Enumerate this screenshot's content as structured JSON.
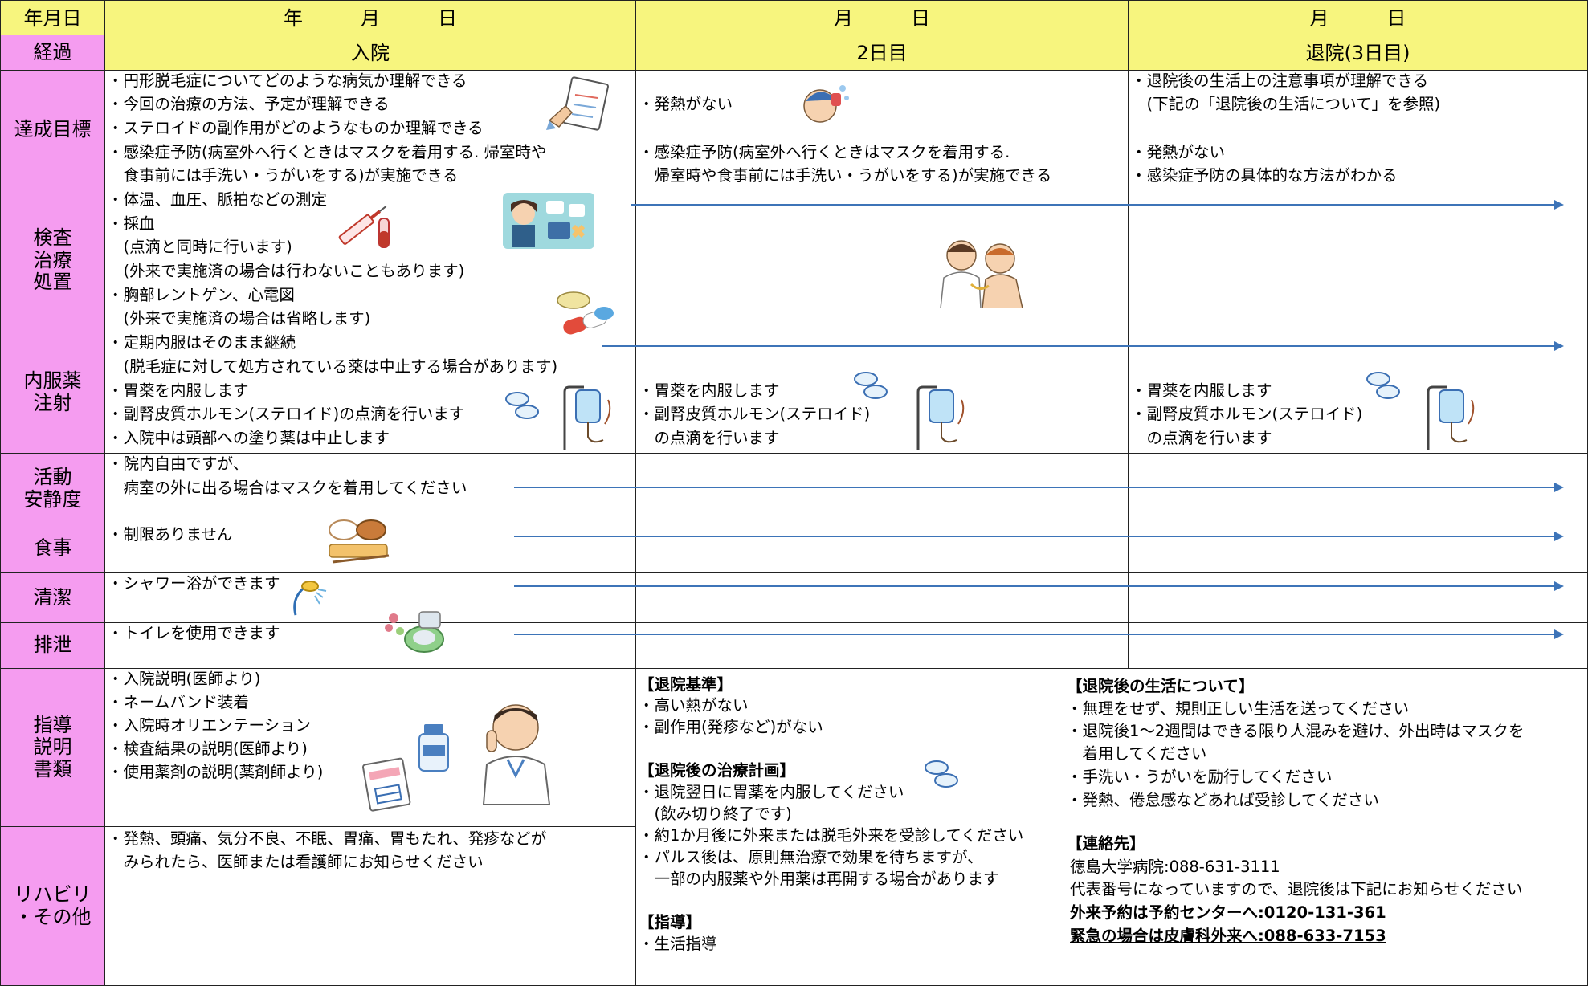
{
  "header": {
    "corner": "年月日",
    "col1": "年　　　月　　　日",
    "col2": "月　　　日",
    "col3": "月　　　日"
  },
  "progress_row": {
    "label": "経過",
    "col1": "入院",
    "col2": "2日目",
    "col3": "退院(3日目)"
  },
  "goals": {
    "label": "達成目標",
    "col1": [
      "・円形脱毛症についてどのような病気か理解できる",
      "・今回の治療の方法、予定が理解できる",
      "・ステロイドの副作用がどのようなものか理解できる",
      "・感染症予防(病室外へ行くときはマスクを着用する. 帰室時や",
      "　食事前には手洗い・うがいをする)が実施できる"
    ],
    "col2": [
      "・発熱がない",
      "・感染症予防(病室外へ行くときはマスクを着用する.",
      "　帰室時や食事前には手洗い・うがいをする)が実施できる"
    ],
    "col3": [
      "・退院後の生活上の注意事項が理解できる",
      "　(下記の「退院後の生活について」を参照)",
      "・発熱がない",
      "・感染症予防の具体的な方法がわかる"
    ]
  },
  "exam": {
    "label": "検査\n治療\n処置",
    "col1": [
      "・体温、血圧、脈拍などの測定",
      "・採血",
      "　(点滴と同時に行います)",
      "　(外来で実施済の場合は行わないこともあります)",
      "・胸部レントゲン、心電図",
      "　(外来で実施済の場合は省略します)"
    ]
  },
  "meds": {
    "label": "内服薬\n注射",
    "col1": [
      "・定期内服はそのまま継続",
      "　(脱毛症に対して処方されている薬は中止する場合があります)",
      "・胃薬を内服します",
      "・副腎皮質ホルモン(ステロイド)の点滴を行います",
      "・入院中は頭部への塗り薬は中止します"
    ],
    "col2": [
      "・胃薬を内服します",
      "・副腎皮質ホルモン(ステロイド)",
      "　の点滴を行います"
    ],
    "col3": [
      "・胃薬を内服します",
      "・副腎皮質ホルモン(ステロイド)",
      "　の点滴を行います"
    ]
  },
  "activity": {
    "label": "活動\n安静度",
    "col1": [
      "・院内自由ですが、",
      "　病室の外に出る場合はマスクを着用してください"
    ]
  },
  "meal": {
    "label": "食事",
    "col1": [
      "・制限ありません"
    ]
  },
  "hygiene": {
    "label": "清潔",
    "col1": [
      "・シャワー浴ができます"
    ]
  },
  "excretion": {
    "label": "排泄",
    "col1": [
      "・トイレを使用できます"
    ]
  },
  "guidance": {
    "label": "指導\n説明\n書類",
    "col1": [
      "・入院説明(医師より)",
      "・ネームバンド装着",
      "・入院時オリエンテーション",
      "・検査結果の説明(医師より)",
      "・使用薬剤の説明(薬剤師より)"
    ]
  },
  "rehab": {
    "label": "リハビリ\n・その他",
    "col1": [
      "・発熱、頭痛、気分不良、不眠、胃痛、胃もたれ、発疹などが",
      "　みられたら、医師または看護師にお知らせください"
    ]
  },
  "discharge_criteria": {
    "title": "【退院基準】",
    "items": [
      "・高い熱がない",
      "・副作用(発疹など)がない"
    ]
  },
  "treatment_plan": {
    "title": "【退院後の治療計画】",
    "items": [
      "・退院翌日に胃薬を内服してください",
      "　(飲み切り終了です)",
      "・約1か月後に外来または脱毛外来を受診してください",
      "・パルス後は、原則無治療で効果を待ちますが、",
      "　一部の内服薬や外用薬は再開する場合があります"
    ]
  },
  "instruction": {
    "title": "【指導】",
    "items": [
      "・生活指導"
    ]
  },
  "life_after": {
    "title": "【退院後の生活について】",
    "items": [
      "・無理をせず、規則正しい生活を送ってください",
      "・退院後1～2週間はできる限り人混みを避け、外出時はマスクを",
      "　着用してください",
      "・手洗い・うがいを励行してください",
      "・発熱、倦怠感などあれば受診してください"
    ]
  },
  "contact": {
    "title": "【連絡先】",
    "hospital": "徳島大学病院:088-631-3111",
    "note": "代表番号になっていますので、退院後は下記にお知らせください",
    "reservation": "外来予約は予約センターへ:0120-131-361",
    "emergency": "緊急の場合は皮膚科外来へ:088-633-7153"
  },
  "colors": {
    "header": "#f7f57e",
    "label": "#f59cf0",
    "arrow": "#3d74b8"
  },
  "icons": [
    "memo-icon",
    "fever-child-icon",
    "syringe-icon",
    "nurse-icon",
    "doctor-patient-icon",
    "capsule-icon",
    "tablet-icon",
    "iv-drip-icon",
    "meal-icon",
    "shower-icon",
    "toilet-icon",
    "medicine-bottle-icon",
    "doctor-icon"
  ]
}
